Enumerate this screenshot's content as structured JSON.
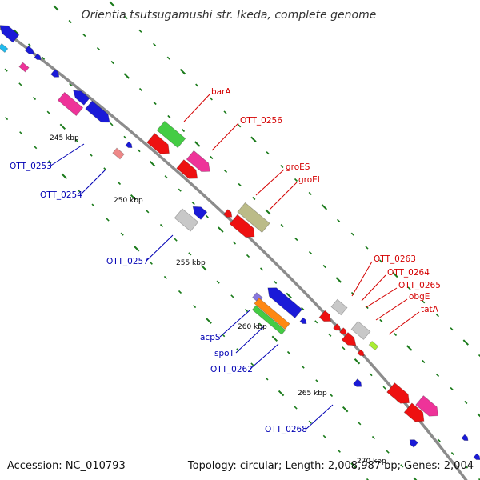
{
  "header": {
    "title": "Orientia tsutsugamushi str. Ikeda, complete genome"
  },
  "footer": {
    "accession": "Accession: NC_010793",
    "topology": "Topology: circular; Length: 2,008,987 bp; Genes: 2,004"
  },
  "colors": {
    "backbone": "#8c8c8c",
    "tick": "#1a7a1a",
    "red": "#ee1111",
    "blue": "#1a1ad8",
    "pink": "#ee3399",
    "green": "#44cc44",
    "gray": "#c8c8c8",
    "olive": "#bbbb88",
    "orange": "#ff8811",
    "purple": "#8877dd",
    "lime": "#aaee33",
    "salmon": "#ee8888",
    "cyan": "#22bbee",
    "label_plus": "#d40000",
    "label_minus": "#0000b4"
  },
  "scale_labels": [
    "245 kbp",
    "250 kbp",
    "255 kbp",
    "260 kbp",
    "265 kbp",
    "270 kbp"
  ],
  "gene_labels": {
    "plus": [
      "barA",
      "OTT_0256",
      "groES",
      "groEL",
      "OTT_0263",
      "OTT_0264",
      "OTT_0265",
      "obgE",
      "tatA"
    ],
    "minus": [
      "OTT_0253",
      "OTT_0254",
      "OTT_0257",
      "acpS",
      "spoT",
      "OTT_0262",
      "OTT_0268"
    ]
  }
}
